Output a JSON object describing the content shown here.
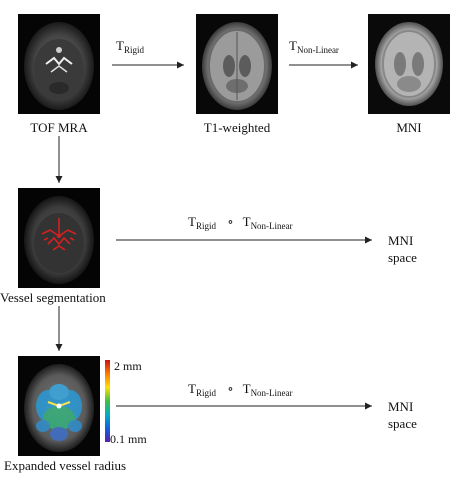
{
  "images": {
    "tof_mra": {
      "caption": "TOF MRA"
    },
    "t1_weighted": {
      "caption": "T1-weighted"
    },
    "mni": {
      "caption": "MNI"
    },
    "vessel_segmentation": {
      "caption": "Vessel segmentation"
    },
    "expanded_vessel_radius": {
      "caption": "Expanded vessel radius"
    }
  },
  "transforms": {
    "rigid": {
      "symbol": "T",
      "subscript": "Rigid"
    },
    "nonlinear": {
      "symbol": "T",
      "subscript": "Non-Linear"
    },
    "compose_operator": "∘",
    "target_line1": "MNI",
    "target_line2": "space"
  },
  "colorbar": {
    "max_label": "2 mm",
    "min_label": "0.1 mm"
  },
  "colors": {
    "arrow": "#222222",
    "vessel_red": "#d62020"
  }
}
